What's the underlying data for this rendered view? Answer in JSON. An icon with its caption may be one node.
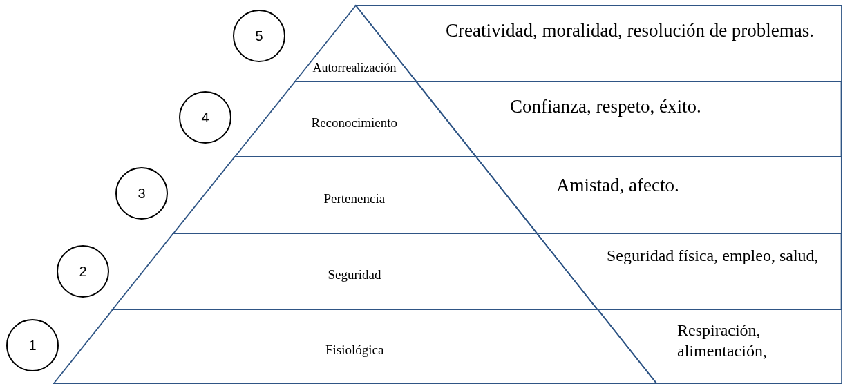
{
  "diagram": {
    "nodes": [
      {
        "text": [
          "5"
        ]
      },
      {
        "text": [
          "Autorrealización"
        ]
      },
      {
        "text": [
          "Creatividad, moralidad, resolución de problemas."
        ]
      },
      {
        "text": [
          "4"
        ]
      },
      {
        "text": [
          "Reconocimiento"
        ]
      },
      {
        "text": [
          "Confianza, respeto, éxito."
        ]
      },
      {
        "text": [
          "3"
        ]
      },
      {
        "text": [
          "Pertenencia"
        ]
      },
      {
        "text": [
          "Amistad, afecto."
        ]
      },
      {
        "text": [
          "2"
        ]
      },
      {
        "text": [
          "Seguridad"
        ]
      },
      {
        "text": [
          "Seguridad física, empleo, salud,"
        ]
      },
      {
        "text": [
          "1"
        ]
      },
      {
        "text": [
          "Fisiológica"
        ]
      },
      {
        "text": [
          "Respiración, alimentación,"
        ]
      }
    ]
  }
}
